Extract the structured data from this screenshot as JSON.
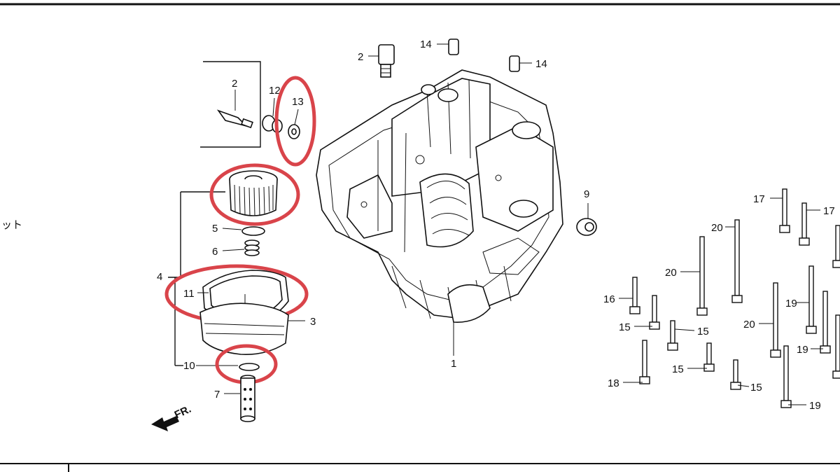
{
  "side_text": "ット",
  "fr_label": "FR.",
  "highlight_color": "#d9444a",
  "callouts": {
    "c2a": "2",
    "c12": "12",
    "c13": "13",
    "c2b": "2",
    "c14a": "14",
    "c14b": "14",
    "c5": "5",
    "c6": "6",
    "c4": "4",
    "c11": "11",
    "c3": "3",
    "c10": "10",
    "c7": "7",
    "c1": "1",
    "c9": "9",
    "c17a": "17",
    "c17b": "17",
    "c20a": "20",
    "c20b": "20",
    "c20c": "20",
    "c16": "16",
    "c15a": "15",
    "c15b": "15",
    "c15c": "15",
    "c15d": "15",
    "c19a": "19",
    "c19b": "19",
    "c19c": "19",
    "c18": "18"
  }
}
